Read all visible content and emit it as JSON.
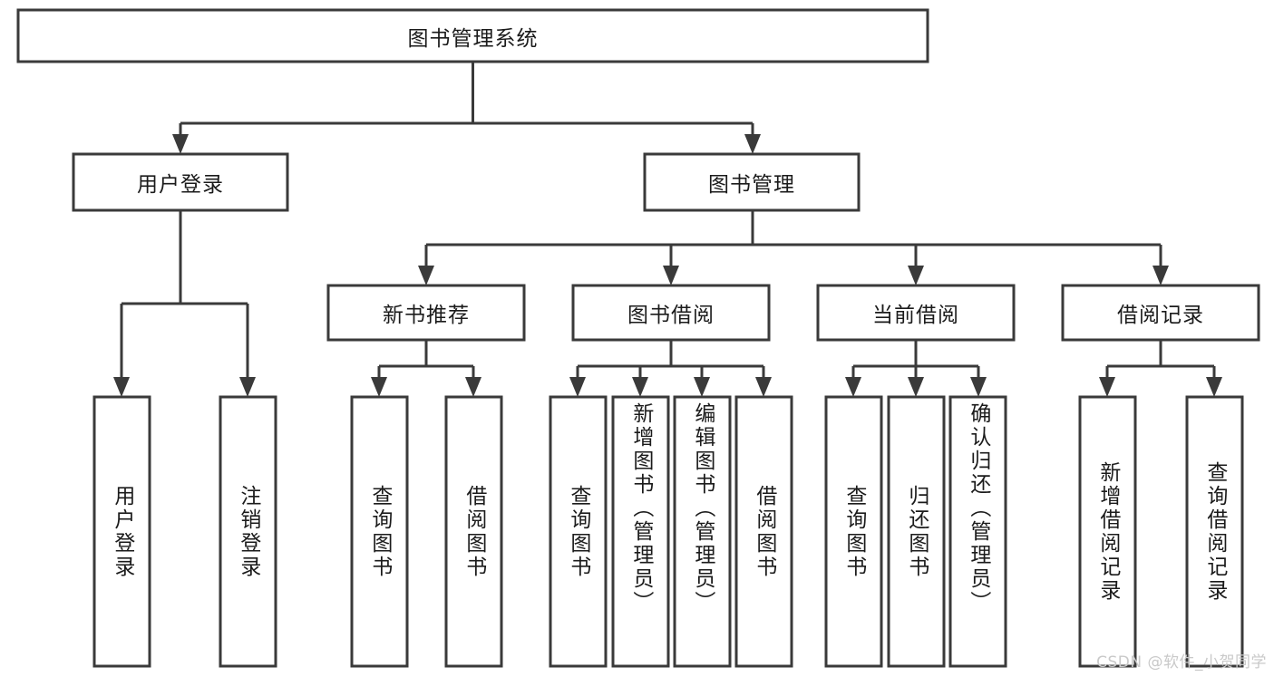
{
  "diagram": {
    "title": "图书管理系统",
    "watermark": "CSDN @软件_小贺同学",
    "colors": {
      "stroke": "#3a3a3a",
      "fill": "#ffffff",
      "text": "#1b1b1b",
      "watermark": "#c9c9c9",
      "background": "#ffffff"
    },
    "root": {
      "label": "图书管理系统"
    },
    "level2": [
      {
        "label": "用户登录"
      },
      {
        "label": "图书管理"
      }
    ],
    "level3": [
      {
        "label": "新书推荐"
      },
      {
        "label": "图书借阅"
      },
      {
        "label": "当前借阅"
      },
      {
        "label": "借阅记录"
      }
    ],
    "leaves": {
      "user_login": [
        {
          "label": "用户登录"
        },
        {
          "label": "注销登录"
        }
      ],
      "new_book_recommend": [
        {
          "label": "查询图书"
        },
        {
          "label": "借阅图书"
        }
      ],
      "book_borrow": [
        {
          "label": "查询图书"
        },
        {
          "label": "新增图书（管理员）"
        },
        {
          "label": "编辑图书（管理员）"
        },
        {
          "label": "借阅图书"
        }
      ],
      "current_borrow": [
        {
          "label": "查询图书"
        },
        {
          "label": "归还图书"
        },
        {
          "label": "确认归还（管理员）"
        }
      ],
      "borrow_record": [
        {
          "label": "新增借阅记录"
        },
        {
          "label": "查询借阅记录"
        }
      ]
    }
  },
  "chart_data": {
    "type": "table",
    "title": "图书管理系统",
    "structure": [
      {
        "level": 1,
        "name": "图书管理系统",
        "children": [
          {
            "level": 2,
            "name": "用户登录",
            "children": [
              {
                "level": 3,
                "name": "用户登录"
              },
              {
                "level": 3,
                "name": "注销登录"
              }
            ]
          },
          {
            "level": 2,
            "name": "图书管理",
            "children": [
              {
                "level": 3,
                "name": "新书推荐",
                "children": [
                  {
                    "level": 4,
                    "name": "查询图书"
                  },
                  {
                    "level": 4,
                    "name": "借阅图书"
                  }
                ]
              },
              {
                "level": 3,
                "name": "图书借阅",
                "children": [
                  {
                    "level": 4,
                    "name": "查询图书"
                  },
                  {
                    "level": 4,
                    "name": "新增图书（管理员）"
                  },
                  {
                    "level": 4,
                    "name": "编辑图书（管理员）"
                  },
                  {
                    "level": 4,
                    "name": "借阅图书"
                  }
                ]
              },
              {
                "level": 3,
                "name": "当前借阅",
                "children": [
                  {
                    "level": 4,
                    "name": "查询图书"
                  },
                  {
                    "level": 4,
                    "name": "归还图书"
                  },
                  {
                    "level": 4,
                    "name": "确认归还（管理员）"
                  }
                ]
              },
              {
                "level": 3,
                "name": "借阅记录",
                "children": [
                  {
                    "level": 4,
                    "name": "新增借阅记录"
                  },
                  {
                    "level": 4,
                    "name": "查询借阅记录"
                  }
                ]
              }
            ]
          }
        ]
      }
    ]
  }
}
